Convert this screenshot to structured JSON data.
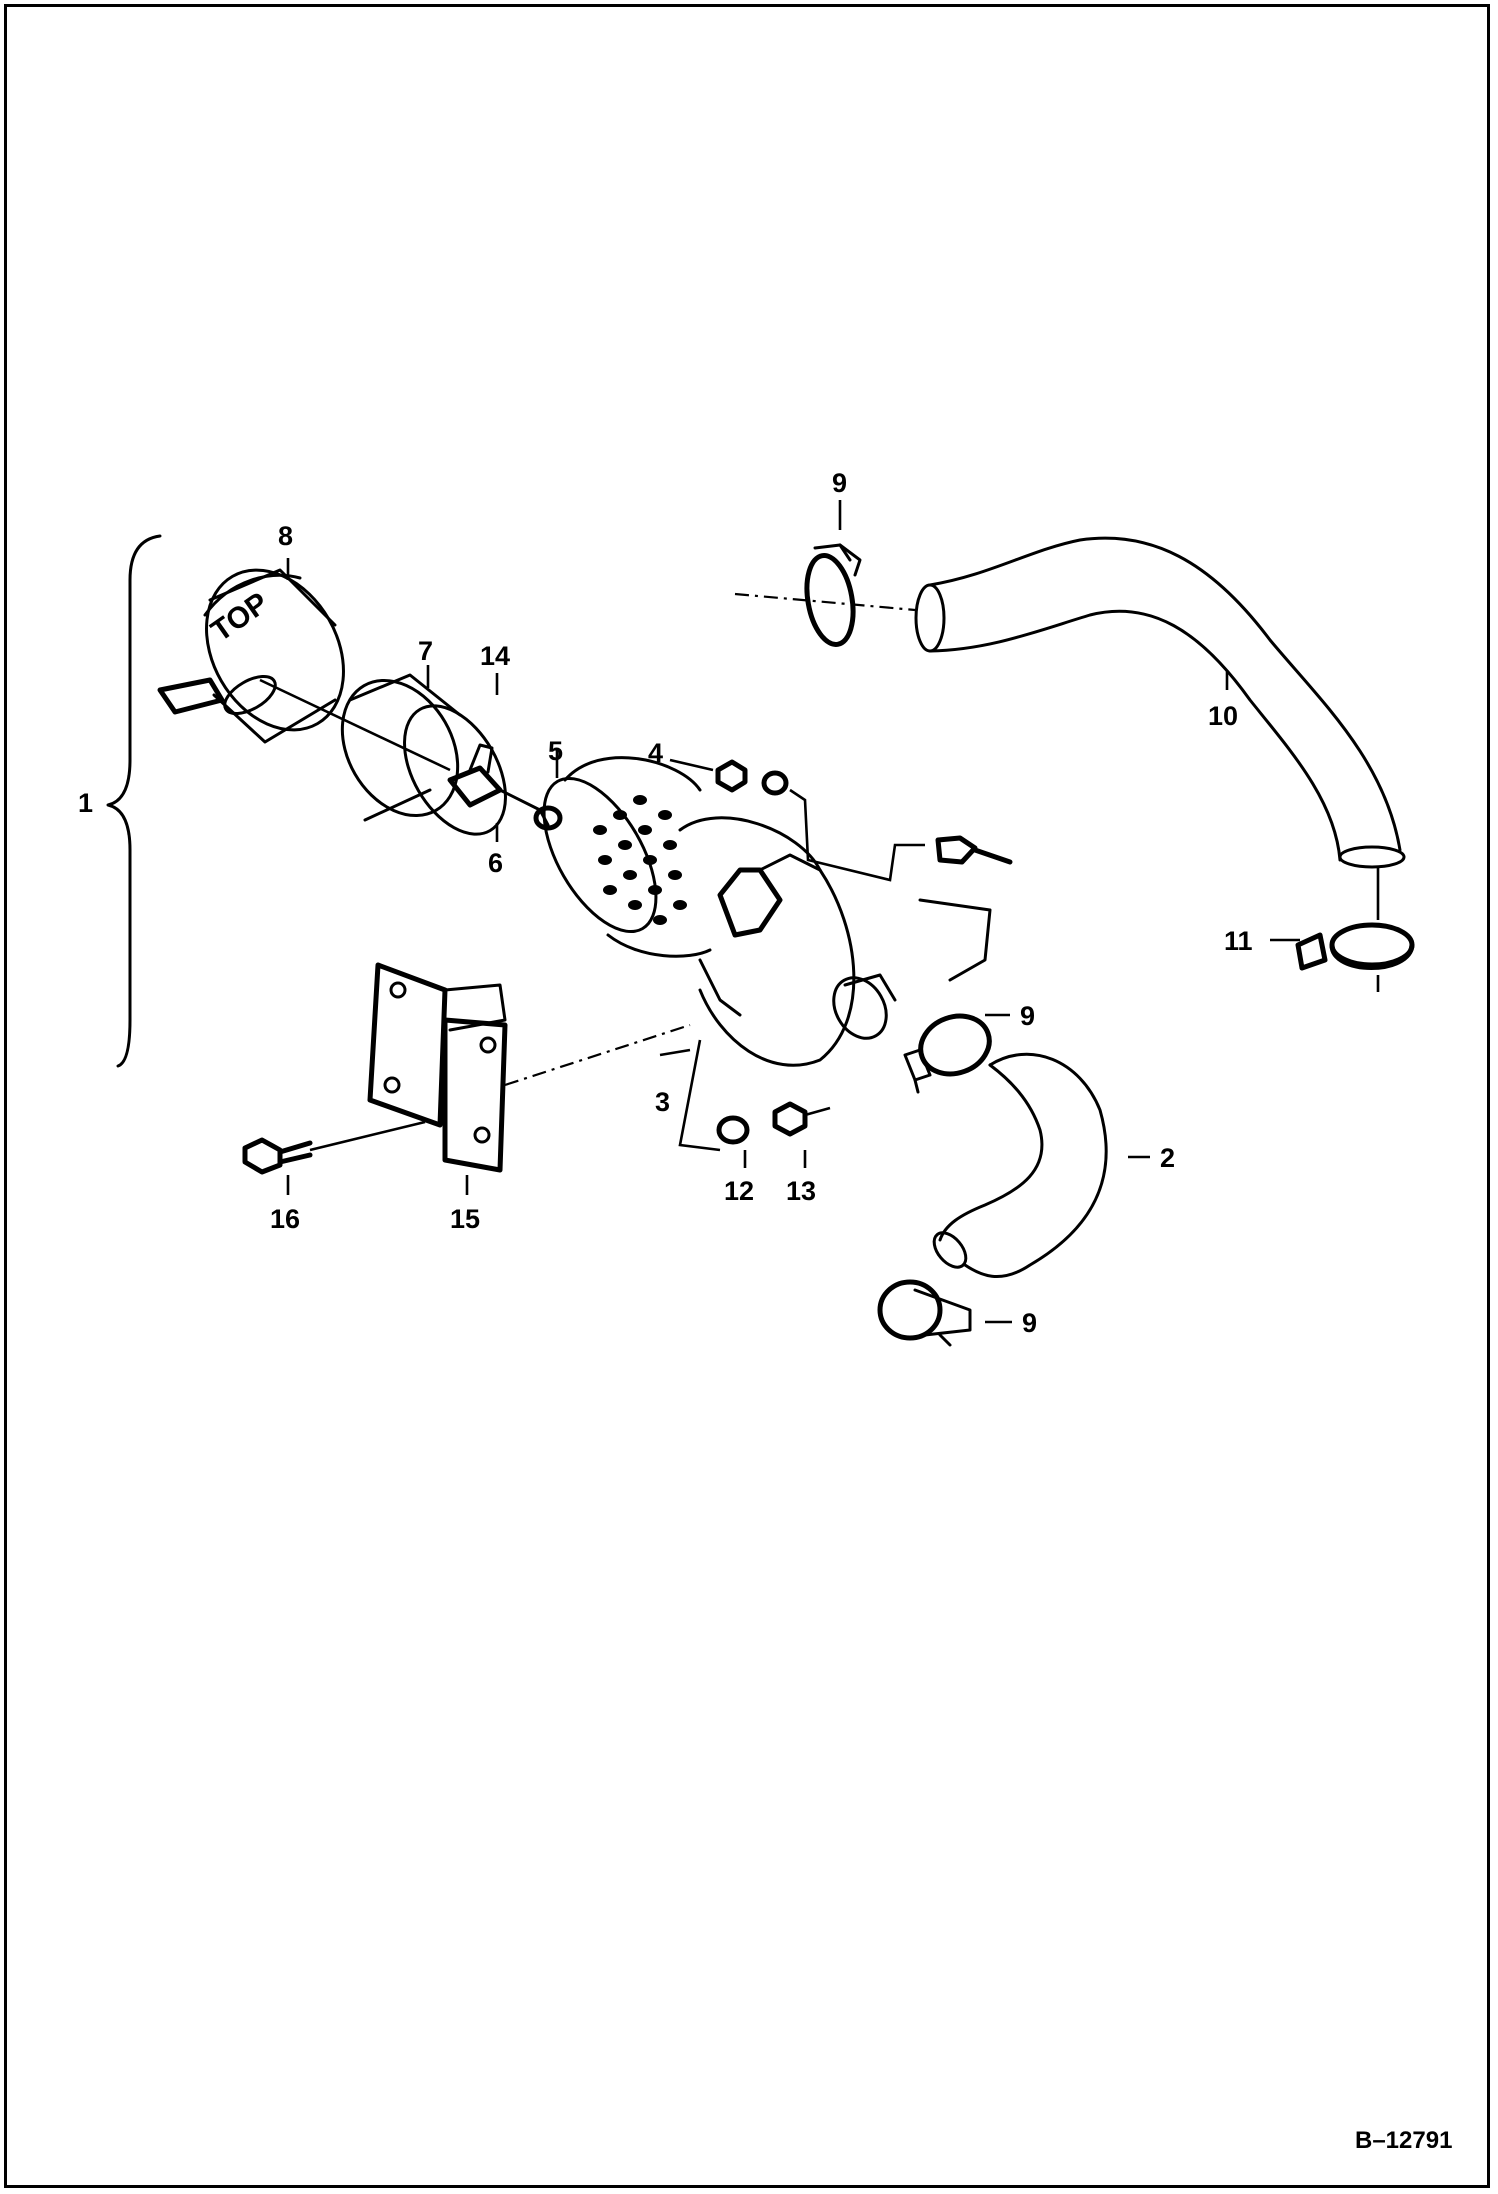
{
  "drawing_id": "B–12791",
  "callouts": [
    {
      "id": "c1",
      "text": "1"
    },
    {
      "id": "c2",
      "text": "2"
    },
    {
      "id": "c3",
      "text": "3"
    },
    {
      "id": "c4",
      "text": "4"
    },
    {
      "id": "c5",
      "text": "5"
    },
    {
      "id": "c6",
      "text": "6"
    },
    {
      "id": "c7",
      "text": "7"
    },
    {
      "id": "c8",
      "text": "8"
    },
    {
      "id": "c9a",
      "text": "9"
    },
    {
      "id": "c9b",
      "text": "9"
    },
    {
      "id": "c9c",
      "text": "9"
    },
    {
      "id": "c10",
      "text": "10"
    },
    {
      "id": "c11",
      "text": "11"
    },
    {
      "id": "c12",
      "text": "12"
    },
    {
      "id": "c13",
      "text": "13"
    },
    {
      "id": "c14",
      "text": "14"
    },
    {
      "id": "c15",
      "text": "15"
    },
    {
      "id": "c16",
      "text": "16"
    }
  ],
  "top_marking": "TOP"
}
